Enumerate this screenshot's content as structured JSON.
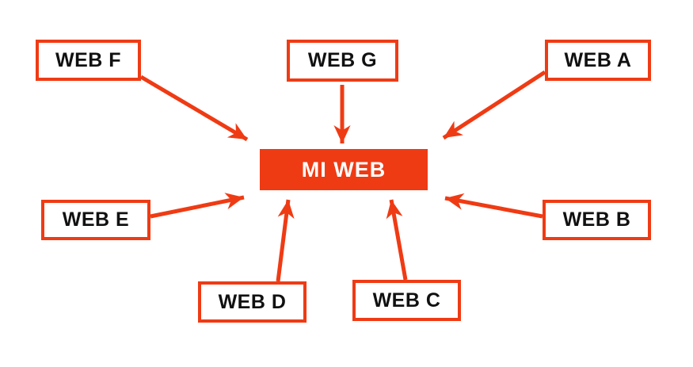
{
  "diagram": {
    "center_node": {
      "id": "mi-web",
      "label": "MI WEB"
    },
    "nodes": [
      {
        "id": "web-f",
        "label": "WEB F"
      },
      {
        "id": "web-g",
        "label": "WEB G"
      },
      {
        "id": "web-a",
        "label": "WEB A"
      },
      {
        "id": "web-e",
        "label": "WEB E"
      },
      {
        "id": "web-b",
        "label": "WEB B"
      },
      {
        "id": "web-d",
        "label": "WEB D"
      },
      {
        "id": "web-c",
        "label": "WEB C"
      }
    ],
    "edges": [
      {
        "from": "WEB F",
        "to": "MI WEB"
      },
      {
        "from": "WEB G",
        "to": "MI WEB"
      },
      {
        "from": "WEB A",
        "to": "MI WEB"
      },
      {
        "from": "WEB E",
        "to": "MI WEB"
      },
      {
        "from": "WEB B",
        "to": "MI WEB"
      },
      {
        "from": "WEB D",
        "to": "MI WEB"
      },
      {
        "from": "WEB C",
        "to": "MI WEB"
      }
    ],
    "colors": {
      "accent": "#EF3B14",
      "node_text": "#111111",
      "center_text": "#FFFFFF",
      "background": "#FFFFFF"
    }
  }
}
